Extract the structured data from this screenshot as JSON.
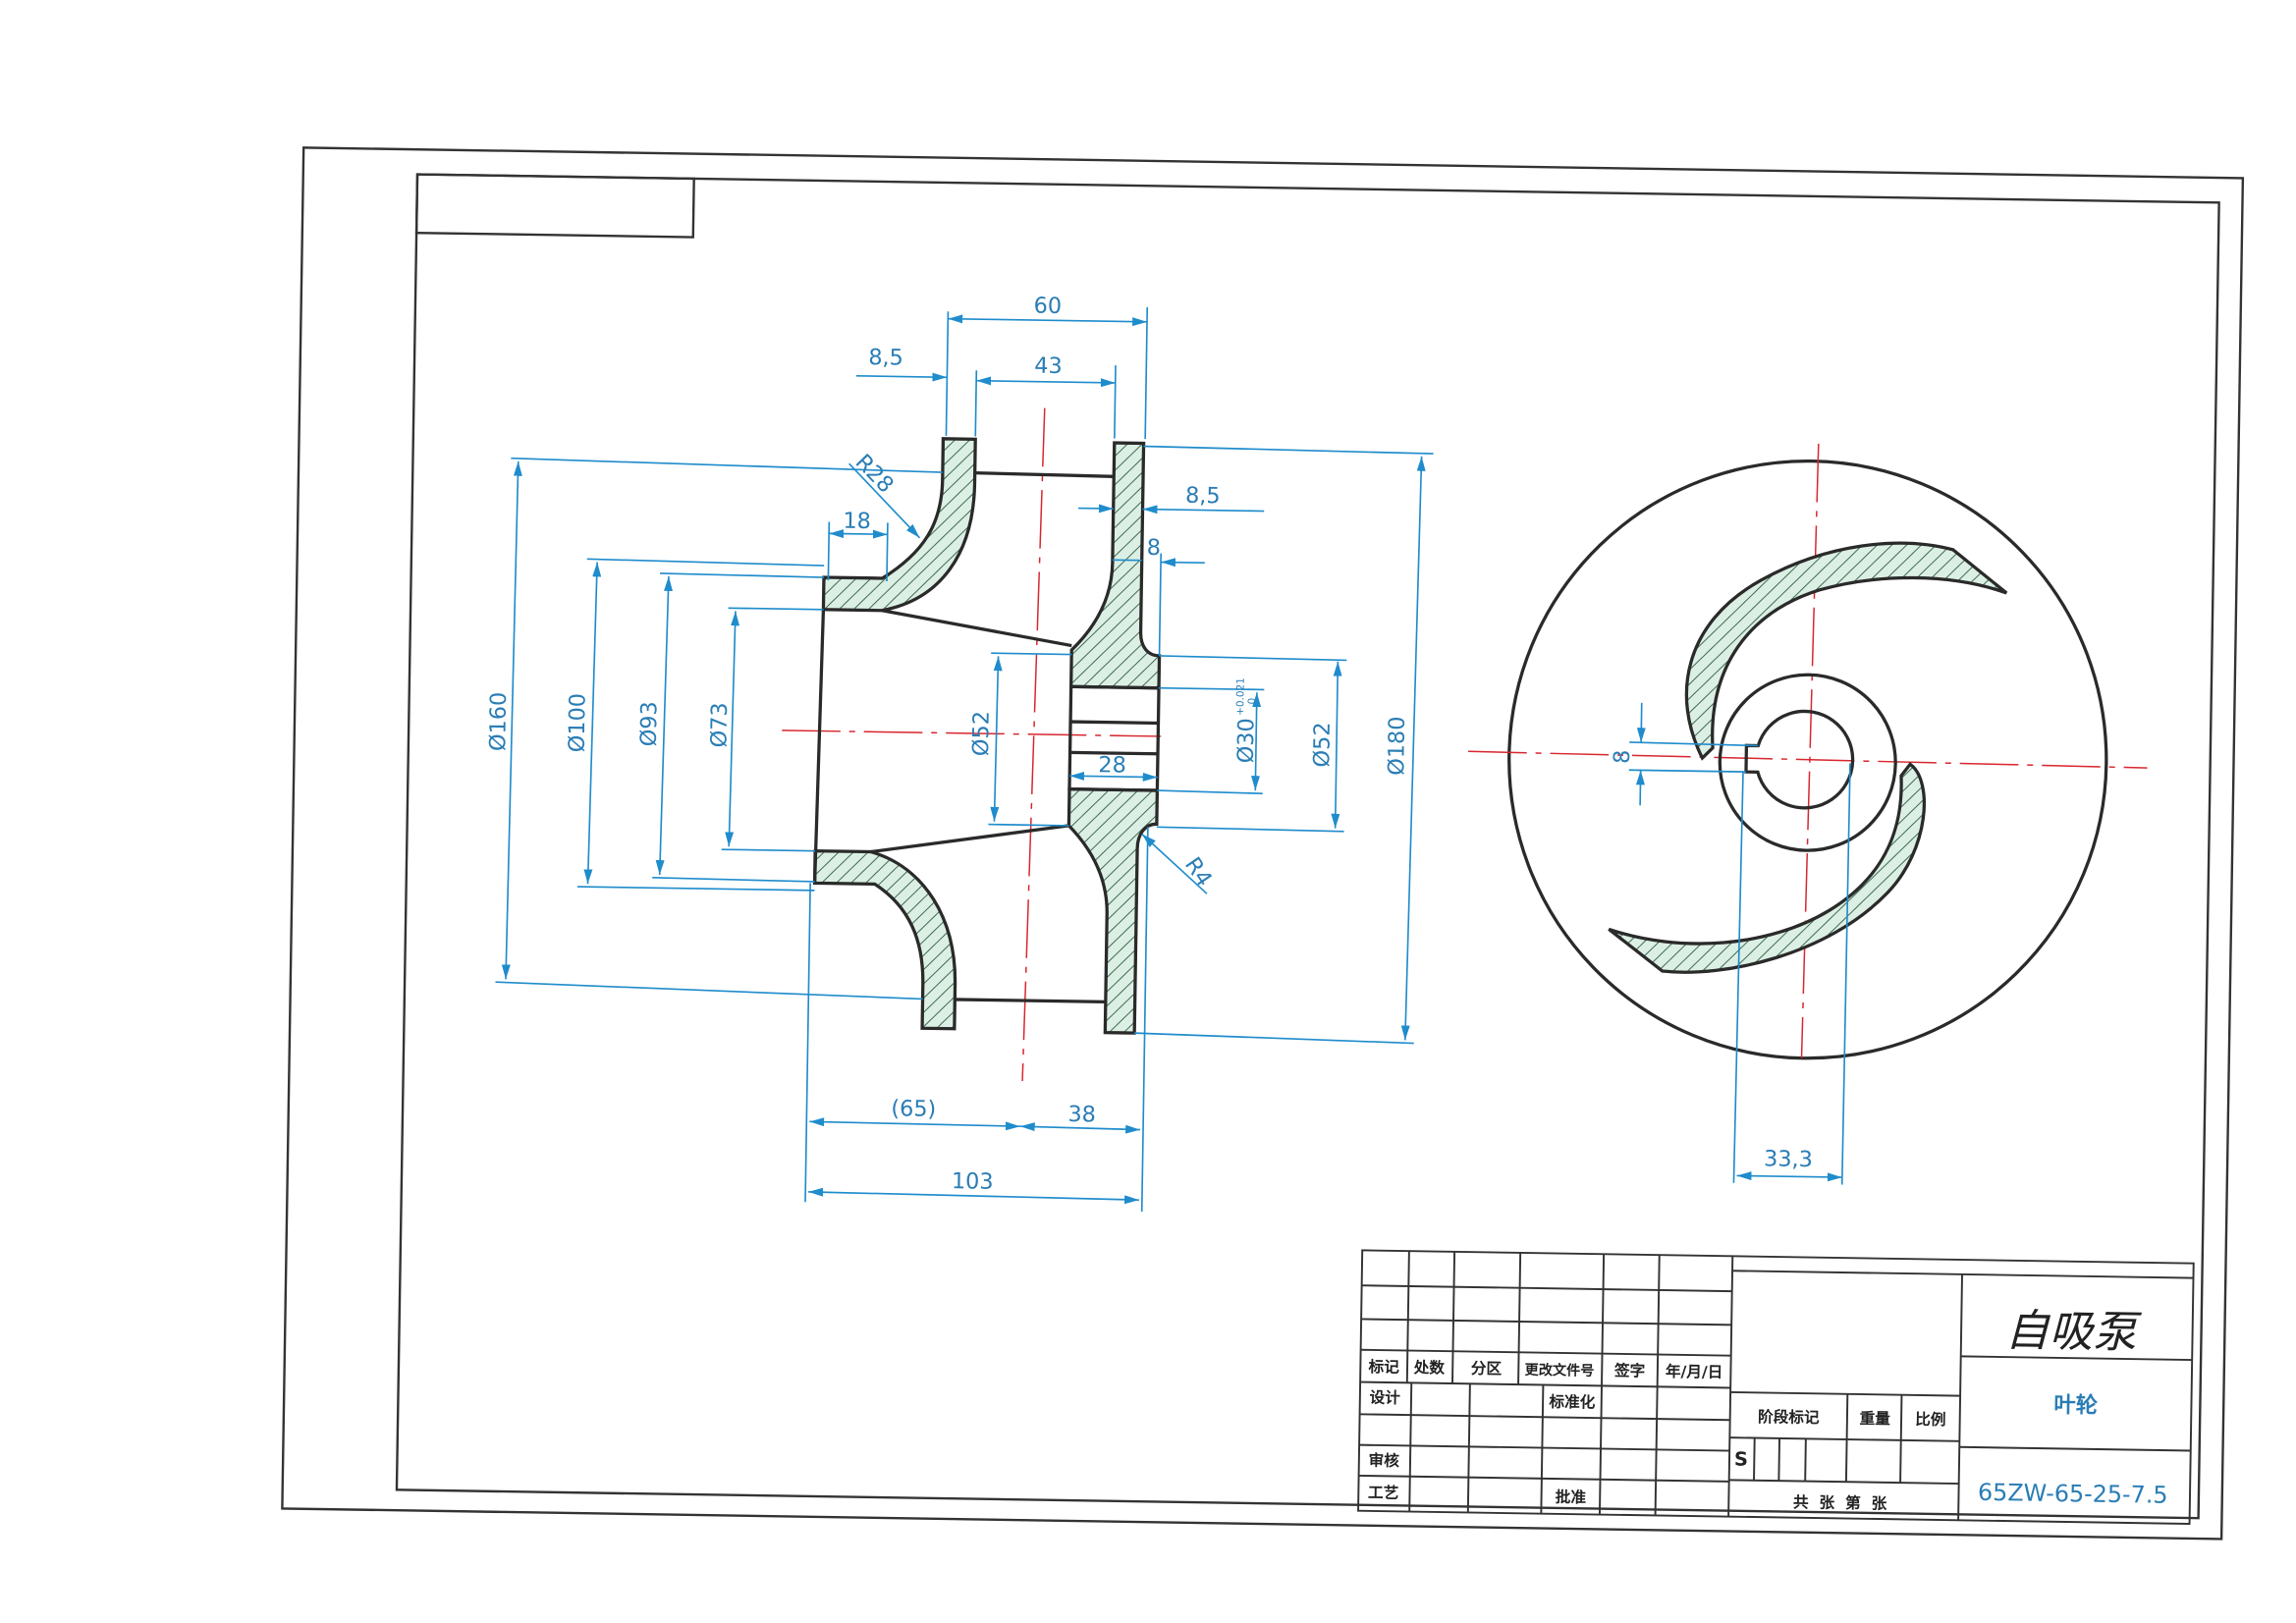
{
  "drawing": {
    "dimensions_left_view": {
      "d60": "60",
      "d43": "43",
      "d8_5_left": "8,5",
      "r28": "R28",
      "d18": "18",
      "dia160": "Ø160",
      "dia100": "Ø100",
      "dia93": "Ø93",
      "dia73": "Ø73",
      "dia52_left": "Ø52",
      "dia30": "Ø30",
      "tol_upper": "+0.021",
      "tol_lower": "0",
      "dia52_right": "Ø52",
      "dia180": "Ø180",
      "d8_5_right": "8,5",
      "d8": "8",
      "d28": "28",
      "r4": "R4",
      "d65": "(65)",
      "d38": "38",
      "d103": "103"
    },
    "dimensions_right_view": {
      "key_width": "8",
      "key_depth": "33,3"
    }
  },
  "title_block": {
    "headers": [
      "标记",
      "处数",
      "分区",
      "更改文件号",
      "签字",
      "年/月/日"
    ],
    "design": "设计",
    "standardization": "标准化",
    "review": "审核",
    "process": "工艺",
    "approve": "批准",
    "stage_mark": "阶段标记",
    "weight": "重量",
    "scale": "比例",
    "stage_s": "S",
    "sheets": "共  张  第  张",
    "product_name": "自吸泵",
    "part_name": "叶轮",
    "drawing_number": "65ZW-65-25-7.5"
  },
  "colors": {
    "dimension": "#1f8ccc",
    "centerline": "#d8262e",
    "hatch_fill": "#dcefe4"
  }
}
